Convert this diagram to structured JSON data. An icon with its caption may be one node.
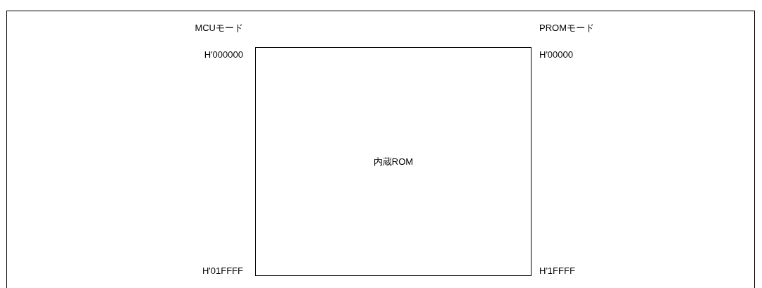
{
  "diagram": {
    "nodes": [
      {
        "text": [
          "内蔵ROM"
        ]
      }
    ],
    "labels": [
      "MCUモード",
      "PROMモード",
      "H'000000",
      "H'00000",
      "H'01FFFF",
      "H'1FFFF"
    ]
  }
}
